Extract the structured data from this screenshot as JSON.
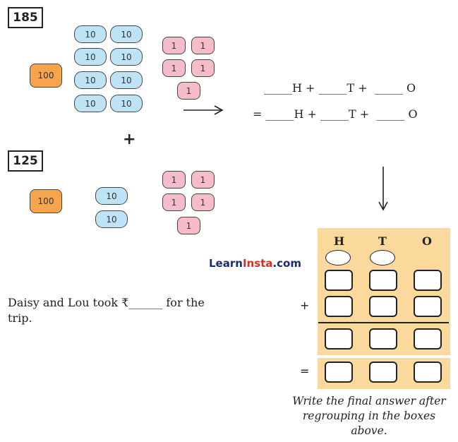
{
  "problem1": {
    "number": "185",
    "hundreds": [
      "100"
    ],
    "tens": [
      "10",
      "10",
      "10",
      "10",
      "10",
      "10",
      "10",
      "10"
    ],
    "ones": [
      "1",
      "1",
      "1",
      "1",
      "1"
    ]
  },
  "operator_plus": "+",
  "problem2": {
    "number": "125",
    "hundreds": [
      "100"
    ],
    "tens": [
      "10",
      "10"
    ],
    "ones": [
      "1",
      "1",
      "1",
      "1",
      "1"
    ]
  },
  "equation": {
    "line1": "_____H + _____T +  _____ O",
    "line2": "= _____H + _____T +  _____ O"
  },
  "brand": {
    "part1": "Learn",
    "part2": "Insta",
    "part3": ".com"
  },
  "sentence": {
    "line1": "Daisy and Lou took ₹______ for the",
    "line2": "trip."
  },
  "hto": {
    "headers": [
      "H",
      "T",
      "O"
    ],
    "plus": "+",
    "equals": "=",
    "panel_color": "#fbd99c"
  },
  "caption": {
    "line1": "Write the final answer after",
    "line2": "regrouping in the boxes",
    "line3": "above."
  },
  "colors": {
    "hundred": "#f6a54c",
    "ten": "#bfe3f6",
    "one": "#f6bcc9"
  }
}
